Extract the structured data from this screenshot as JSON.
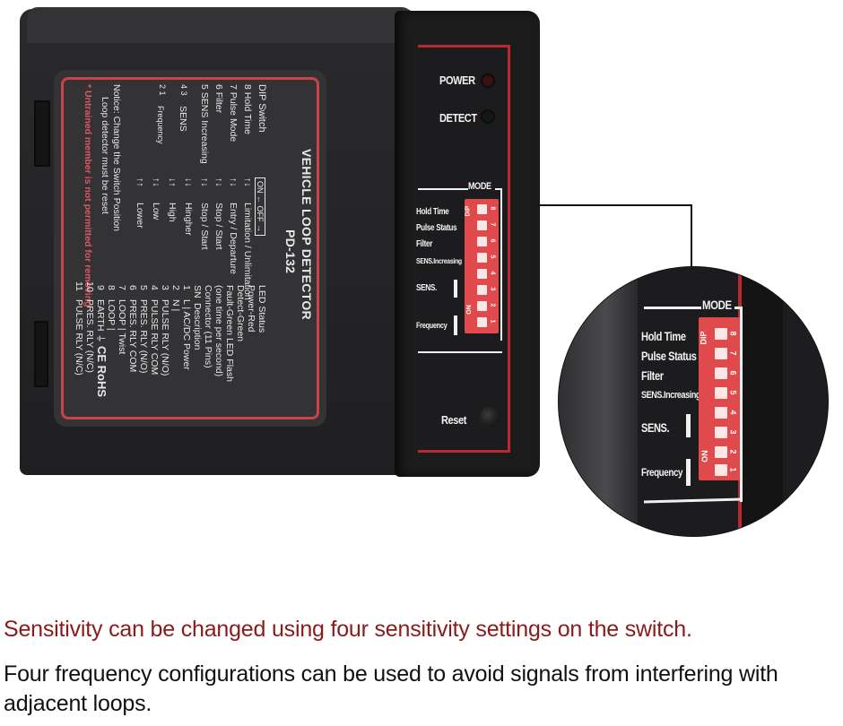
{
  "device": {
    "label": {
      "title": "VEHICLE LOOP DETECTOR",
      "model": "PD-132",
      "dip_switch_header": "DIP Switch",
      "on_off_legend": "ON ←  OFF →",
      "dip_rows": [
        {
          "label": "8  Hold Time",
          "arrows": "↑↓",
          "options": "Limitation / Unlimitation"
        },
        {
          "label": "7  Pulse Mode",
          "arrows": "↑↓",
          "options": "Entry / Departure"
        },
        {
          "label": "6  Filter",
          "arrows": "↑↓",
          "options": "Stop / Start"
        },
        {
          "label": "5  SENS Increasing",
          "arrows": "↑↓",
          "options": "Stop / Start"
        }
      ],
      "sens_label": "SENS",
      "sens_switches": "4 3",
      "frequency_label": "Frequency",
      "frequency_switches": "2 1",
      "levels": [
        {
          "arrows": "↓↓",
          "label": "Hingher"
        },
        {
          "arrows": "↓↑",
          "label": "High"
        },
        {
          "arrows": "↑↓",
          "label": "Low"
        },
        {
          "arrows": "↑↑",
          "label": "Lower"
        }
      ],
      "notice_line1": "Notice: Change the Switch Position",
      "notice_line2": "Loop detector must be reset",
      "warning": "* Untrained member is not permitted for removing",
      "led_status": {
        "header": "LED Status",
        "lines": [
          "Power-Red",
          "Detect-Green",
          "Fault-Green LED Flash",
          "(one time per second)"
        ]
      },
      "connector": {
        "header": "Connector (11 Pins)",
        "columns": [
          "SN",
          "Description"
        ],
        "pins": [
          {
            "sn": "1",
            "desc": "L  | AC/DC Power"
          },
          {
            "sn": "2",
            "desc": "N  |"
          },
          {
            "sn": "3",
            "desc": "PULSE RLY (N/O)"
          },
          {
            "sn": "4",
            "desc": "PULSE RLY COM"
          },
          {
            "sn": "5",
            "desc": "PRES. RLY (N/O)"
          },
          {
            "sn": "6",
            "desc": "PRES. RLY COM"
          },
          {
            "sn": "7",
            "desc": "LOOP | Twist"
          },
          {
            "sn": "8",
            "desc": "LOOP |"
          },
          {
            "sn": "9",
            "desc": "EARTH ⏚"
          },
          {
            "sn": "10",
            "desc": "PRES. RLY (N/C)"
          },
          {
            "sn": "11",
            "desc": "PULSE RLY (N/C)"
          }
        ]
      },
      "certifications": "CE  RoHS"
    },
    "front_panel": {
      "power_label": "POWER",
      "detect_label": "DETECT",
      "mode_label": "MODE",
      "dip_text": "DIP",
      "on_text": "ON",
      "switch_numbers": [
        "8",
        "7",
        "6",
        "5",
        "4",
        "3",
        "2",
        "1"
      ],
      "mode_items": [
        "Hold Time",
        "Pulse Status",
        "Filter",
        "SENS.Increasing",
        "SENS.",
        "Frequency"
      ],
      "reset_label": "Reset",
      "colors": {
        "power_led": "#3a1010",
        "detect_led": "#0f1a12",
        "dip_body": "#e04a4c",
        "accent_red": "#b72a2e"
      }
    }
  },
  "zoom_callout": {
    "mode_label": "MODE",
    "dip_text": "DIP",
    "on_text": "ON",
    "switch_numbers": [
      "8",
      "7",
      "6",
      "5",
      "4",
      "3",
      "2",
      "1"
    ],
    "items": [
      "Hold Time",
      "Pulse Status",
      "Filter",
      "SENS.Increasing",
      "SENS.",
      "Frequency"
    ]
  },
  "captions": {
    "sensitivity": "Sensitivity can be changed using four sensitivity settings on the switch.",
    "frequency": "Four frequency configurations can be used to avoid signals from interfering with adjacent loops.",
    "colors": {
      "sensitivity": "#8b1a1a",
      "frequency": "#111111"
    }
  }
}
